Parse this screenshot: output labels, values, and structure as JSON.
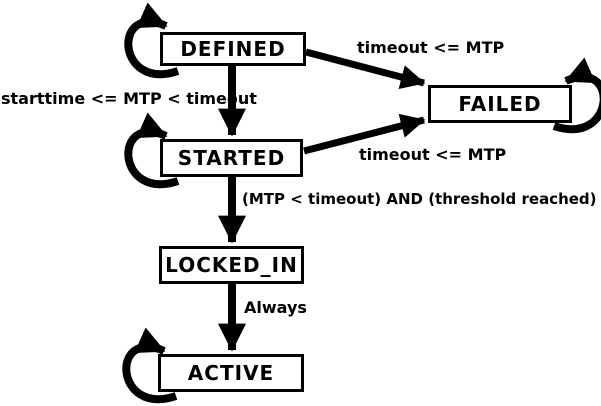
{
  "diagram": {
    "colors": {
      "background": "#ffffff",
      "stroke": "#000000",
      "node_fill": "#ffffff",
      "text": "#000000"
    },
    "nodes": {
      "defined": "DEFINED",
      "failed": "FAILED",
      "started": "STARTED",
      "locked_in": "LOCKED_IN",
      "active": "ACTIVE"
    },
    "edges": {
      "defined_to_failed": "timeout <= MTP",
      "defined_to_started": "starttime <= MTP < timeout",
      "started_to_failed": "timeout <= MTP",
      "started_to_locked_in": "(MTP < timeout) AND (threshold reached)",
      "locked_in_to_active": "Always"
    }
  }
}
